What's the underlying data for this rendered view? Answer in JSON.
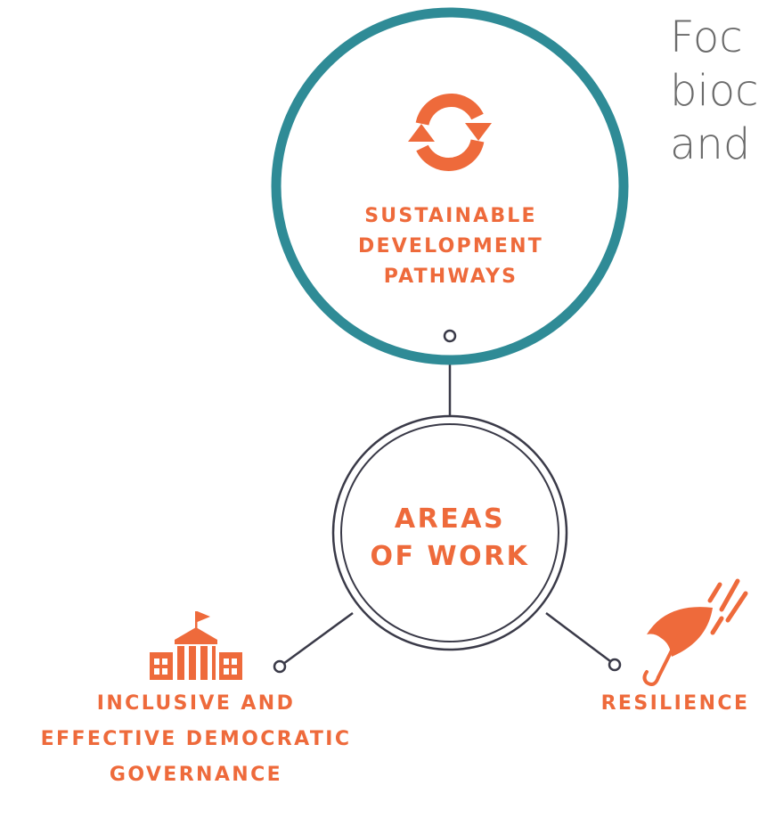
{
  "heading": {
    "lines": [
      "Foc",
      "bioc",
      "and"
    ]
  },
  "nodes": {
    "center": {
      "lines": [
        "AREAS",
        "OF WORK"
      ]
    },
    "sustainable": {
      "lines": [
        "SUSTAINABLE",
        "DEVELOPMENT",
        "PATHWAYS"
      ],
      "icon": "cycle-arrows-icon"
    },
    "governance": {
      "lines": [
        "INCLUSIVE AND",
        "EFFECTIVE DEMOCRATIC",
        "GOVERNANCE"
      ],
      "icon": "government-building-icon"
    },
    "resilience": {
      "lines": [
        "RESILIENCE"
      ],
      "icon": "umbrella-rain-icon"
    }
  },
  "colors": {
    "accent": "#ee6a3b",
    "highlight_ring": "#2f8b96",
    "connector": "#3a3a48",
    "heading_text": "#6b6b6b"
  }
}
